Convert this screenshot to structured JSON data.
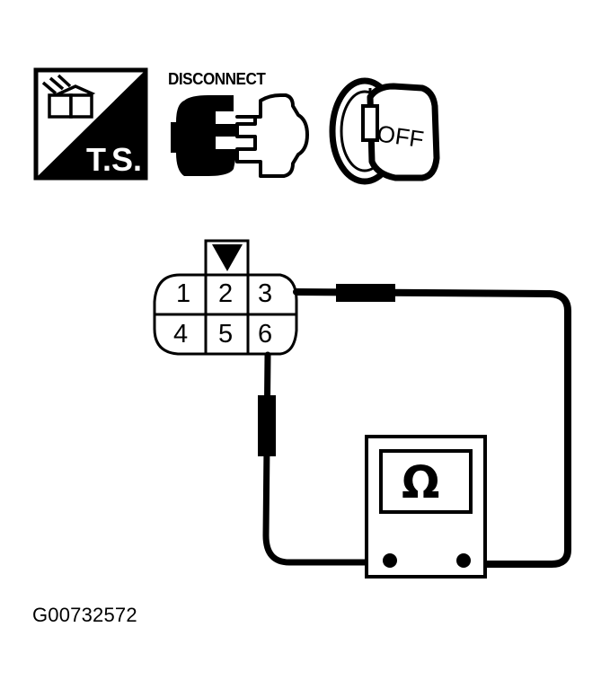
{
  "icons": {
    "ts": {
      "label": "T.S.",
      "meaning": "troubleshooting-connector-icon"
    },
    "disconnect": {
      "label": "DISCONNECT",
      "meaning": "disconnect-connector-icon"
    },
    "ignition": {
      "label": "OFF",
      "meaning": "ignition-key-off-icon"
    }
  },
  "connector": {
    "pins_top": [
      "1",
      "2",
      "3"
    ],
    "pins_bottom": [
      "4",
      "5",
      "6"
    ],
    "marker": "triangle-pointer-above-pin-2"
  },
  "meter": {
    "symbol": "Ω",
    "function": "ohmmeter"
  },
  "probes": {
    "probe_a_pin": "3",
    "probe_b_pin": "6"
  },
  "figure_id": "G00732572",
  "colors": {
    "ink": "#000000",
    "paper": "#ffffff"
  }
}
